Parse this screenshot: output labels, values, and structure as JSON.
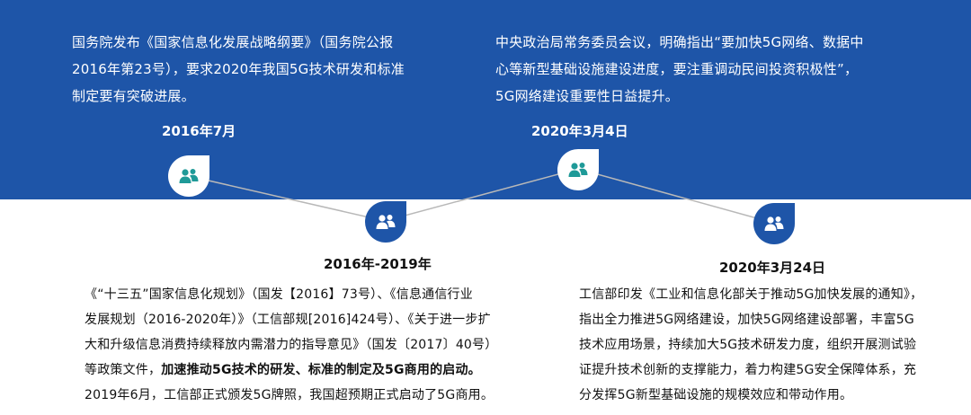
{
  "milestones": [
    {
      "date": "2016年7月",
      "icon": "people-icon",
      "text_lines": [
        "国务院发布《国家信息化发展战略纲要》（国务院公报",
        "2016年第23号），要求2020年我国5G技术研发和标准",
        "制定要有突破进展。"
      ]
    },
    {
      "date": "2016年-2019年",
      "icon": "people-icon",
      "text_lines": [
        "《“十三五”国家信息化规划》（国发【2016】73号）、《信息通信行业",
        "发展规划（2016-2020年）》（工信部规[2016]424号）、《关于进一步扩",
        "大和升级信息消费持续释放内需潜力的指导意见》（国发〔2017〕40号）"
      ],
      "text_line4_plain": "等政策文件，",
      "text_line4_bold": "加速推动5G技术的研发、标准的制定及5G商用的启动。",
      "text_line5": "2019年6月，工信部正式颁发5G牌照，我国超预期正式启动了5G商用。"
    },
    {
      "date": "2020年3月4日",
      "icon": "people-icon",
      "text_lines": [
        "中央政治局常务委员会议，明确指出“要加快5G网络、数据中",
        "心等新型基础设施建设进度，要注重调动民间投资积极性”，",
        "5G网络建设重要性日益提升。"
      ]
    },
    {
      "date": "2020年3月24日",
      "icon": "people-icon",
      "text_lines": [
        "工信部印发《工业和信息化部关于推动5G加快发展的通知》，",
        "指出全力推进5G网络建设，加快5G网络建设部署，丰富5G",
        "技术应用场景，持续加大5G技术研发力度，组织开展测试验",
        "证提升技术创新的支撑能力，着力构建5G安全保障体系，充",
        "分发挥5G新型基础设施的规模效应和带动作用。"
      ]
    }
  ],
  "colors": {
    "band": "#1e55a8",
    "icon_teal": "#1f9a98",
    "connector": "#b8b8b8"
  }
}
